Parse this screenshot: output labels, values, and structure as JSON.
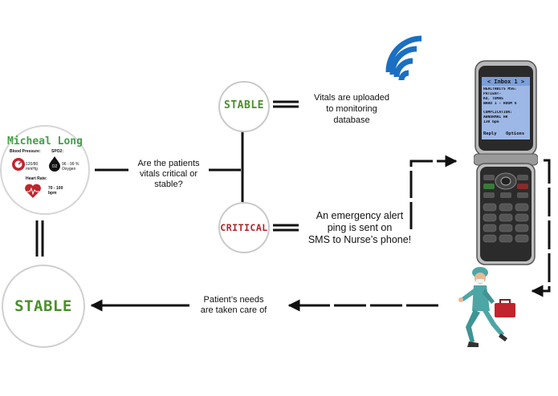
{
  "patient": {
    "name": "Micheal Long",
    "bp_label": "Blood Pressure:",
    "bp_value": "120/80",
    "bp_unit": "mmHg",
    "spo2_label": "SPO2:",
    "spo2_value": "96 - 99 %",
    "spo2_unit": "Oxygen",
    "hr_label": "Heart Rate:",
    "hr_value": "70 - 100",
    "hr_unit": "bpm"
  },
  "question": [
    "Are the patients",
    "vitals critical or",
    "stable?"
  ],
  "stable_label": "STABLE",
  "critical_label": "CRITICAL",
  "upload_text": [
    "Vitals are uploaded",
    "to monitoring",
    "database"
  ],
  "alert_text": [
    "An emergency alert",
    "ping is sent on",
    "SMS to Nurse’s phone!"
  ],
  "final_label": "STABLE",
  "care_text": [
    "Patient’s needs",
    "are taken care of"
  ],
  "phone_screen": {
    "title": "< Inbox 1 >",
    "lines": [
      "HEALTHBITS MSG:",
      "PATIENT-",
      "KO, TOMAS",
      "WARD 1 - ROOM 6",
      "",
      "COMPLICATION:",
      "ABNORMAL HR",
      "130 bpm"
    ],
    "reply": "Reply",
    "options": "Options"
  },
  "colors": {
    "stable": "#4a8f2a",
    "critical": "#b3222a",
    "signal": "#1b6fc2",
    "nurse": "#4da6a6",
    "bag": "#c0242d",
    "line": "#111111"
  },
  "icons": [
    "blood-pressure-icon",
    "oxygen-drop-icon",
    "heart-rate-icon",
    "signal-waves-icon",
    "flip-phone-icon",
    "nurse-running-icon"
  ]
}
